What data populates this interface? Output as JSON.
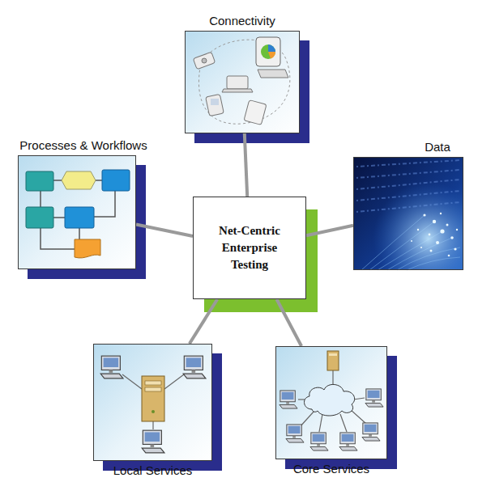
{
  "diagram": {
    "nodes": [
      {
        "text": [
          "Connectivity"
        ]
      },
      {
        "text": [
          "Processes & Workflows"
        ]
      },
      {
        "text": [
          "Data"
        ]
      },
      {
        "text": [
          "Net-Centric Enterprise Testing"
        ]
      },
      {
        "text": [
          "Local Services"
        ]
      },
      {
        "text": [
          "Core Services"
        ]
      }
    ],
    "edges": [
      {
        "from": 3,
        "to": 0,
        "arrow": "none"
      },
      {
        "from": 3,
        "to": 1,
        "arrow": "none"
      },
      {
        "from": 3,
        "to": 2,
        "arrow": "none"
      },
      {
        "from": 3,
        "to": 4,
        "arrow": "none"
      },
      {
        "from": 3,
        "to": 5,
        "arrow": "none"
      }
    ]
  }
}
